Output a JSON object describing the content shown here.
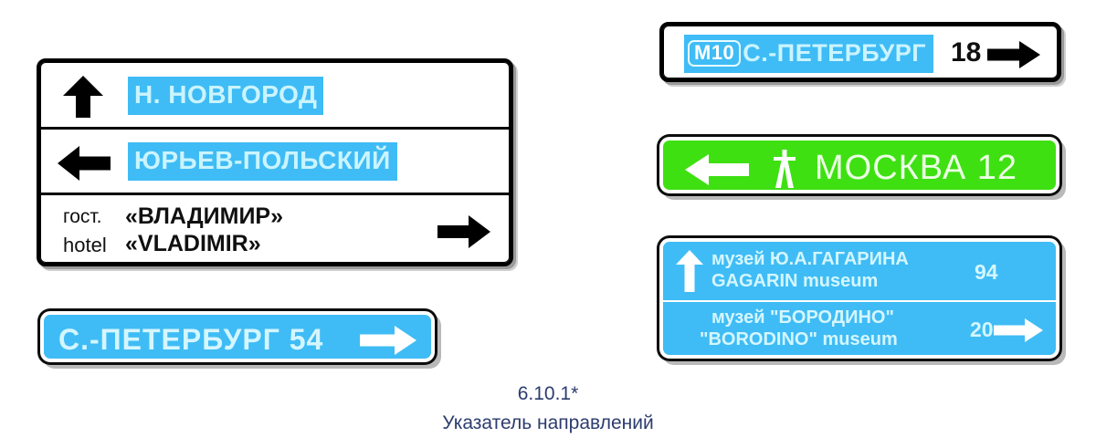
{
  "page": {
    "caption_code": "6.10.1*",
    "caption_title": "Указатель направлений",
    "background": "#ffffff",
    "caption_color": "#2c3c6e"
  },
  "colors": {
    "sign_blue": "#3fbcf5",
    "sign_green": "#3ee012",
    "sign_white": "#ffffff",
    "text_on_blue": "#cbf4ff",
    "text_black": "#101010",
    "frame_black": "#000000"
  },
  "signs": [
    {
      "id": "multi-destination-board",
      "face": "white",
      "rows": [
        {
          "arrow": "arrow-up-icon",
          "arrow_direction": "up",
          "arrow_color": "#000000",
          "label": "Н. НОВГОРОД",
          "label_style": "blue-plate"
        },
        {
          "arrow": "arrow-left-icon",
          "arrow_direction": "left",
          "arrow_color": "#000000",
          "label": "ЮРЬЕВ-ПОЛЬСКИЙ",
          "label_style": "blue-plate"
        },
        {
          "arrow": "arrow-right-icon",
          "arrow_direction": "right",
          "arrow_color": "#000000",
          "line1_prefix": "гост.",
          "line1": "«ВЛАДИМИР»",
          "line2_prefix": "hotel",
          "line2": "«VLADIMIR»",
          "label_style": "black-text"
        }
      ]
    },
    {
      "id": "spb-blue-sign",
      "face": "blue",
      "label": "С.-ПЕТЕРБУРГ 54",
      "distance": "54",
      "destination": "С.-ПЕТЕРБУРГ",
      "arrow": "arrow-right-icon",
      "arrow_direction": "right",
      "arrow_color": "#ffffff"
    },
    {
      "id": "m10-spb-sign",
      "face": "white",
      "route_shield": "M10",
      "destination": "С.-ПЕТЕРБУРГ",
      "distance": "18",
      "arrow": "arrow-right-icon",
      "arrow_direction": "right",
      "arrow_color": "#000000"
    },
    {
      "id": "moscow-green-sign",
      "face": "green",
      "arrow": "arrow-left-icon",
      "arrow_direction": "left",
      "arrow_color": "#ffffff",
      "pictogram": "motorway-icon",
      "destination": "МОСКВА",
      "distance": "12",
      "label": "МОСКВА 12"
    },
    {
      "id": "museums-blue-board",
      "face": "blue",
      "rows": [
        {
          "arrow": "arrow-up-icon",
          "arrow_direction": "up",
          "arrow_color": "#ffffff",
          "line1": "музей Ю.А.ГАГАРИНА",
          "line2": "GAGARIN museum",
          "distance": "94"
        },
        {
          "arrow": "arrow-right-icon",
          "arrow_direction": "right",
          "arrow_color": "#ffffff",
          "line1": "музей \"БОРОДИНО\"",
          "line2": "\"BORODINO\" museum",
          "distance": "20"
        }
      ]
    }
  ]
}
